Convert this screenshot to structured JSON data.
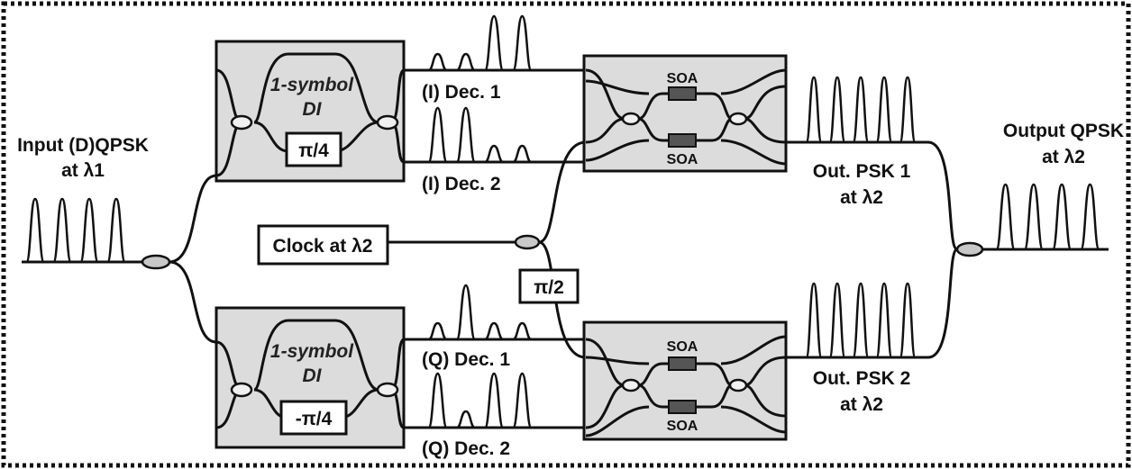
{
  "input": {
    "line1": "Input (D)QPSK",
    "line2": "at λ1"
  },
  "output": {
    "line1": "Output QPSK",
    "line2": "at λ2"
  },
  "di_top": {
    "label1": "1-symbol",
    "label2": "DI",
    "phase": "π/4"
  },
  "di_bottom": {
    "label1": "1-symbol",
    "label2": "DI",
    "phase": "-π/4"
  },
  "decoders": {
    "i1": "(I) Dec. 1",
    "i2": "(I) Dec. 2",
    "q1": "(Q) Dec. 1",
    "q2": "(Q) Dec. 2"
  },
  "clock": "Clock at λ2",
  "clock_phase": "π/2",
  "soa_label": "SOA",
  "out_psk1": {
    "line1": "Out. PSK 1",
    "line2": "at λ2"
  },
  "out_psk2": {
    "line1": "Out. PSK 2",
    "line2": "at λ2"
  },
  "pulses": {
    "input": [
      1,
      1,
      1,
      1
    ],
    "i_dec1": [
      0.3,
      0.3,
      1,
      1
    ],
    "i_dec2": [
      1,
      1,
      0.3,
      0.3
    ],
    "q_dec1": [
      0.3,
      1,
      0.3,
      0.3
    ],
    "q_dec2": [
      1,
      0.3,
      1,
      1
    ],
    "out_psk1": [
      1,
      1,
      1,
      1,
      1
    ],
    "out_psk2": [
      1,
      1,
      1,
      1,
      1
    ],
    "output": [
      1,
      1,
      1,
      1
    ]
  },
  "colors": {
    "box_fill": "#dcdcdc",
    "line": "#111111",
    "soa_chip": "#555555",
    "coupler": "#c8c8c8"
  }
}
